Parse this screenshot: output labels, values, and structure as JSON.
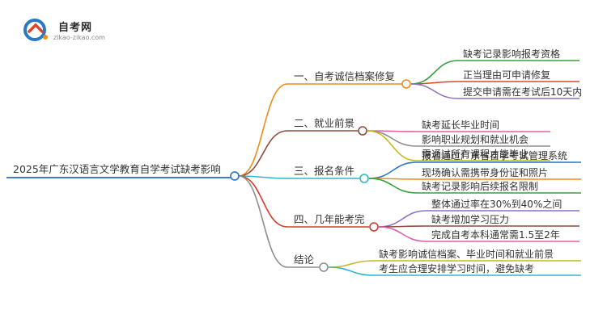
{
  "logo": {
    "name": "自考网",
    "url": "zikao-zikao.com"
  },
  "root": {
    "label": "2025年广东汉语言文学教育自学考试缺考影响",
    "color": "#3a7fc2"
  },
  "branches": [
    {
      "label": "一、自考诚信档案修复",
      "color": "#f08c1a",
      "children": [
        {
          "label": "缺考记录影响报考资格",
          "color": "#3aa13a"
        },
        {
          "label": "正当理由可申请修复",
          "color": "#e0452a"
        },
        {
          "label": "提交申请需在考试后10天内",
          "color": "#8e6fc4"
        }
      ]
    },
    {
      "label": "二、就业前景",
      "color": "#8e4a3a",
      "children": [
        {
          "label": "缺考延长毕业时间",
          "color": "#e05fa8"
        },
        {
          "label": "影响职业规划和就业机会",
          "color": "#8e8e8e"
        },
        {
          "label": "需通过所有课程才能毕业",
          "color": "#c9b81e"
        }
      ]
    },
    {
      "label": "三、报名条件",
      "color": "#2fb8c8",
      "children": [
        {
          "label": "报名通过广东省自学考试管理系统",
          "color": "#2a78c8"
        },
        {
          "label": "现场确认需携带身份证和照片",
          "color": "#f08c1a"
        },
        {
          "label": "缺考记录影响后续报名限制",
          "color": "#3aa13a"
        }
      ]
    },
    {
      "label": "四、几年能考完",
      "color": "#d63a2a",
      "children": [
        {
          "label": "整体通过率在30%到40%之间",
          "color": "#8e6fc4"
        },
        {
          "label": "缺考增加学习压力",
          "color": "#8e4a3a"
        },
        {
          "label": "完成自考本科通常需1.5至2年",
          "color": "#e05fa8"
        }
      ]
    },
    {
      "label": "结论",
      "color": "#8e8e8e",
      "children": [
        {
          "label": "缺考影响诚信档案、毕业时间和就业前景",
          "color": "#c9b81e"
        },
        {
          "label": "考生应合理安排学习时间，避免缺考",
          "color": "#2fb8c8"
        }
      ]
    }
  ]
}
